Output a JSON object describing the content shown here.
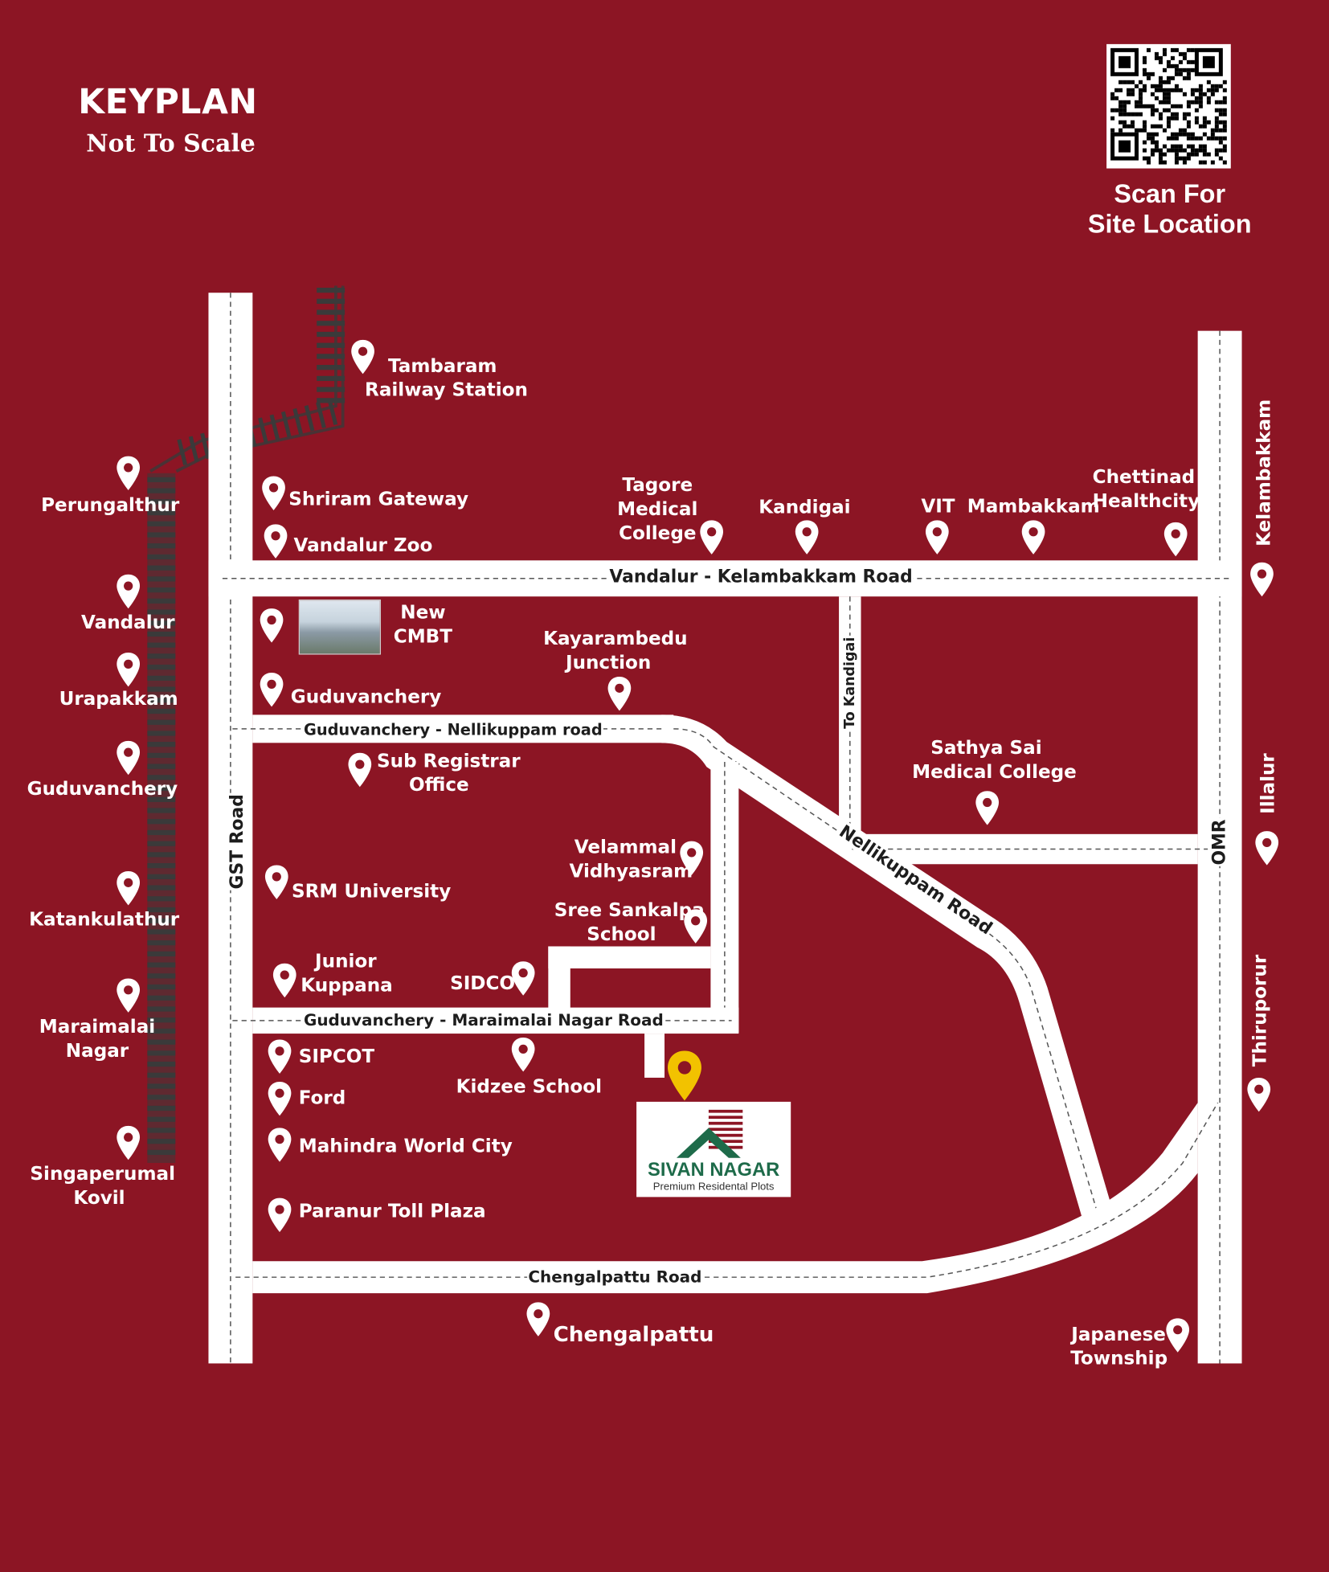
{
  "header": {
    "title": "KEYPLAN",
    "subtitle": "Not To Scale",
    "qr_caption_line1": "Scan For",
    "qr_caption_line2": "Site Location"
  },
  "colors": {
    "background": "#8c1524",
    "road": "#ffffff",
    "project_pin": "#f2c200",
    "logo_green": "#1e6b4a",
    "logo_red": "#8c1524"
  },
  "roads": {
    "vandalur_kelambakkam": "Vandalur - Kelambakkam Road",
    "guduvanchery_nellikuppam": "Guduvanchery - Nellikuppam road",
    "guduvanchery_maraimalai": "Guduvanchery - Maraimalai Nagar Road",
    "chengalpattu": "Chengalpattu Road",
    "gst": "GST Road",
    "omr": "OMR",
    "to_kandigai": "To Kandigai",
    "nellikuppam": "Nellikuppam Road"
  },
  "rail_stations": {
    "perungalthur": "Perungalthur",
    "vandalur": "Vandalur",
    "urapakkam": "Urapakkam",
    "guduvanchery": "Guduvanchery",
    "katankulathur": "Katankulathur",
    "maraimalai_1": "Maraimalai",
    "maraimalai_2": "Nagar",
    "singaperumal_1": "Singaperumal",
    "singaperumal_2": "Kovil"
  },
  "landmarks": {
    "tambaram_1": "Tambaram",
    "tambaram_2": "Railway Station",
    "shriram": "Shriram Gateway",
    "zoo": "Vandalur Zoo",
    "tagore_1": "Tagore",
    "tagore_2": "Medical",
    "tagore_3": "College",
    "kandigai": "Kandigai",
    "vit": "VIT",
    "mambakkam": "Mambakkam",
    "chettinad_1": "Chettinad",
    "chettinad_2": "Healthcity",
    "cmbt_1": "New",
    "cmbt_2": "CMBT",
    "kayarambedu_1": "Kayarambedu",
    "kayarambedu_2": "Junction",
    "guduvanchery": "Guduvanchery",
    "sub_registrar_1": "Sub Registrar",
    "sub_registrar_2": "Office",
    "sathya_sai_1": "Sathya Sai",
    "sathya_sai_2": "Medical College",
    "velammal_1": "Velammal",
    "velammal_2": "Vidhyasram",
    "srm": "SRM University",
    "sankalpa_1": "Sree Sankalpa",
    "sankalpa_2": "School",
    "junior_1": "Junior",
    "junior_2": "Kuppana",
    "sidco": "SIDCO",
    "sipcot": "SIPCOT",
    "kidzee": "Kidzee School",
    "ford": "Ford",
    "mahindra": "Mahindra World City",
    "paranur": "Paranur Toll Plaza",
    "chengalpattu": "Chengalpattu",
    "japanese_1": "Japanese",
    "japanese_2": "Township",
    "kelambakkam": "Kelambakkam",
    "illalur": "Illalur",
    "thiruporur": "Thiruporur"
  },
  "project": {
    "name": "SIVAN NAGAR",
    "tagline": "Premium Residental Plots"
  }
}
